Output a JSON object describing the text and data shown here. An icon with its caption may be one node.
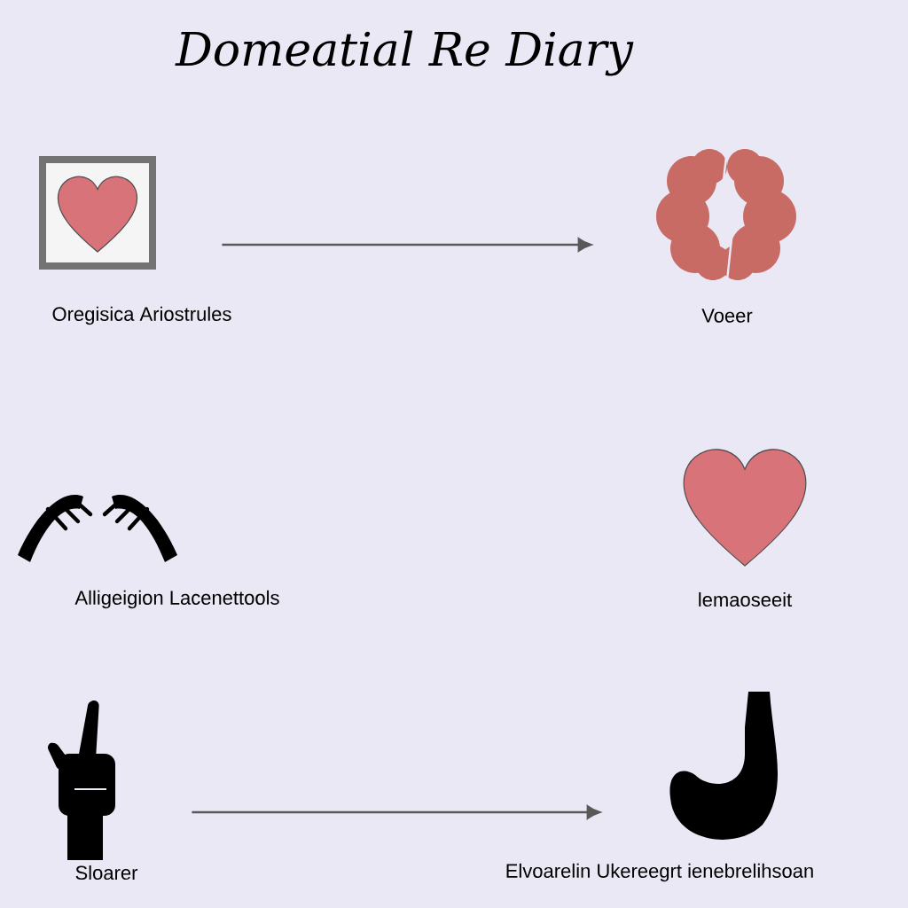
{
  "diagram": {
    "title": "Domeatial Re Diary",
    "nodes": [
      {
        "text": [],
        "shape": "picture",
        "beside": [
          "Oregisica Ariostrules"
        ]
      },
      {
        "text": [],
        "shape": "brain",
        "beside": [
          "Voeer"
        ]
      },
      {
        "text": [],
        "shape": "hands",
        "beside": [
          "Alligeigion Lacenettools"
        ]
      },
      {
        "text": [],
        "shape": "heart",
        "beside": [
          "lemaoseeit"
        ]
      },
      {
        "text": [],
        "shape": "hand",
        "beside": [
          "Sloarer"
        ]
      },
      {
        "text": [],
        "shape": "stomach",
        "beside": [
          "Elvoarelin Ukereegrt ienebrelihsoan"
        ]
      }
    ],
    "edges": [
      {
        "from": 0,
        "to": 1,
        "arrow": "to"
      },
      {
        "from": 4,
        "to": 5,
        "arrow": "to"
      }
    ]
  }
}
